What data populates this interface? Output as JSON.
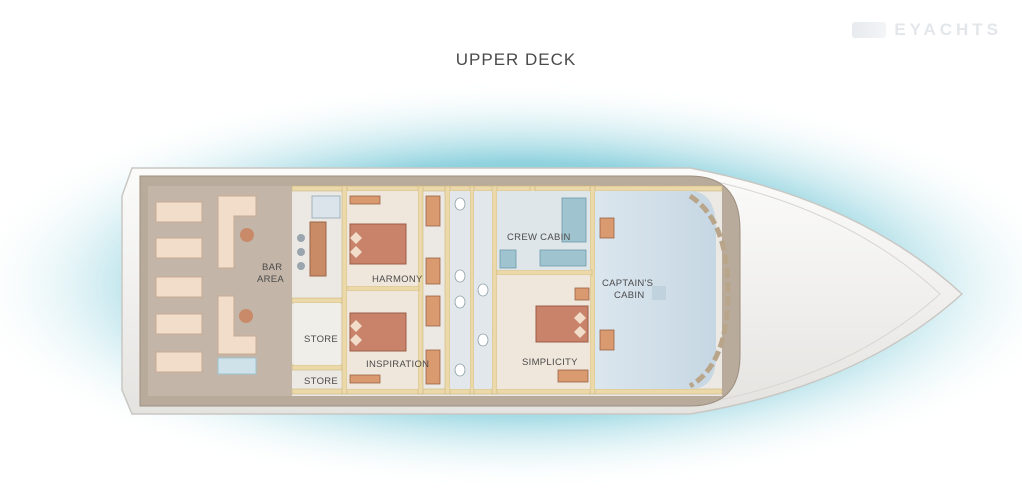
{
  "title": "UPPER DECK",
  "logo": {
    "text": "EYACHTS"
  },
  "labels": {
    "bar_area_line1": "BAR",
    "bar_area_line2": "AREA",
    "store_upper": "STORE",
    "store_lower": "STORE",
    "harmony": "HARMONY",
    "inspiration": "INSPIRATION",
    "crew_cabin": "CREW CABIN",
    "simplicity": "SIMPLICITY",
    "captains_line1": "CAPTAIN'S",
    "captains_line2": "CABIN"
  },
  "colors": {
    "water": "#4fb9cc",
    "hull": "#f4f3f1",
    "deck_wood": "#b9ab9c",
    "floor": "#eceae6",
    "cabin_floor": "#f0e7dc",
    "wall": "#ecd9a9",
    "furniture": "#e7c7ad",
    "bed": "#c9836a",
    "crew_floor": "#dfe6ea",
    "bench": "#9fc4d0"
  }
}
